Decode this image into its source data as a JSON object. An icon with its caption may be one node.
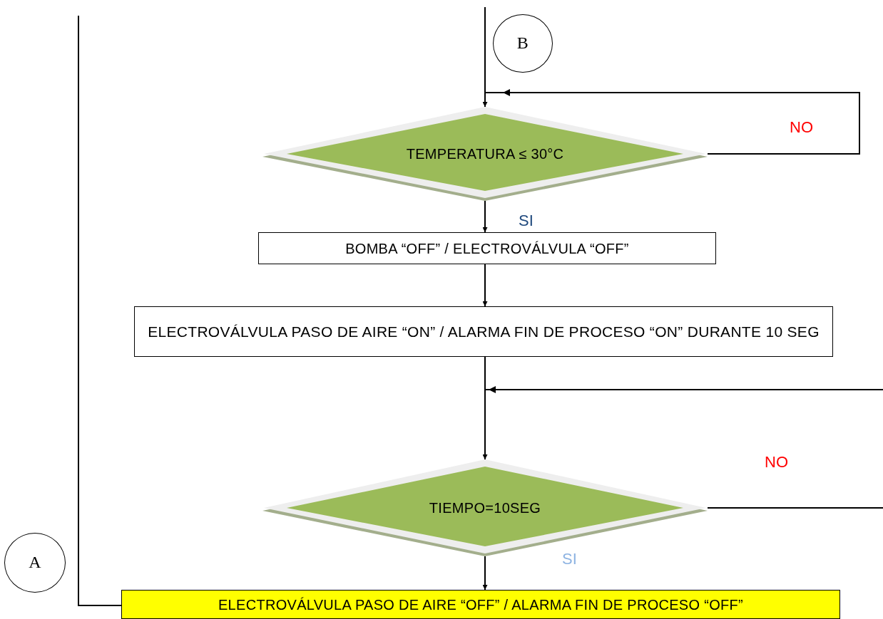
{
  "diagram": {
    "nodes": [
      {
        "text": [
          "B"
        ]
      },
      {
        "text": [
          "TEMPERATURA ≤ 30°C"
        ]
      },
      {
        "text": [
          "BOMBA “OFF” / ELECTROVÁLVULA “OFF”"
        ]
      },
      {
        "text": [
          "ELECTROVÁLVULA PASO DE AIRE “ON” / ALARMA FIN DE PROCESO “ON” DURANTE 10 SEG"
        ]
      },
      {
        "text": [
          "TIEMPO=10SEG"
        ]
      },
      {
        "text": [
          "A"
        ]
      },
      {
        "text": [
          "ELECTROVÁLVULA PASO DE AIRE “OFF” / ALARMA FIN DE PROCESO “OFF”"
        ]
      }
    ],
    "edges": [
      {
        "from": null,
        "to": 1,
        "arrow": "to"
      },
      {
        "from": 1,
        "to": 1,
        "arrow": "to",
        "label": "NO"
      },
      {
        "from": 1,
        "to": 2,
        "arrow": "to",
        "label": "SI"
      },
      {
        "from": 2,
        "to": 3,
        "arrow": "to"
      },
      {
        "from": 3,
        "to": 4,
        "arrow": "to"
      },
      {
        "from": 4,
        "to": 4,
        "arrow": "to",
        "label": "NO"
      },
      {
        "from": 4,
        "to": 6,
        "arrow": "to",
        "label": "SI"
      },
      {
        "from": 6,
        "to": null,
        "arrow": "none"
      }
    ]
  }
}
